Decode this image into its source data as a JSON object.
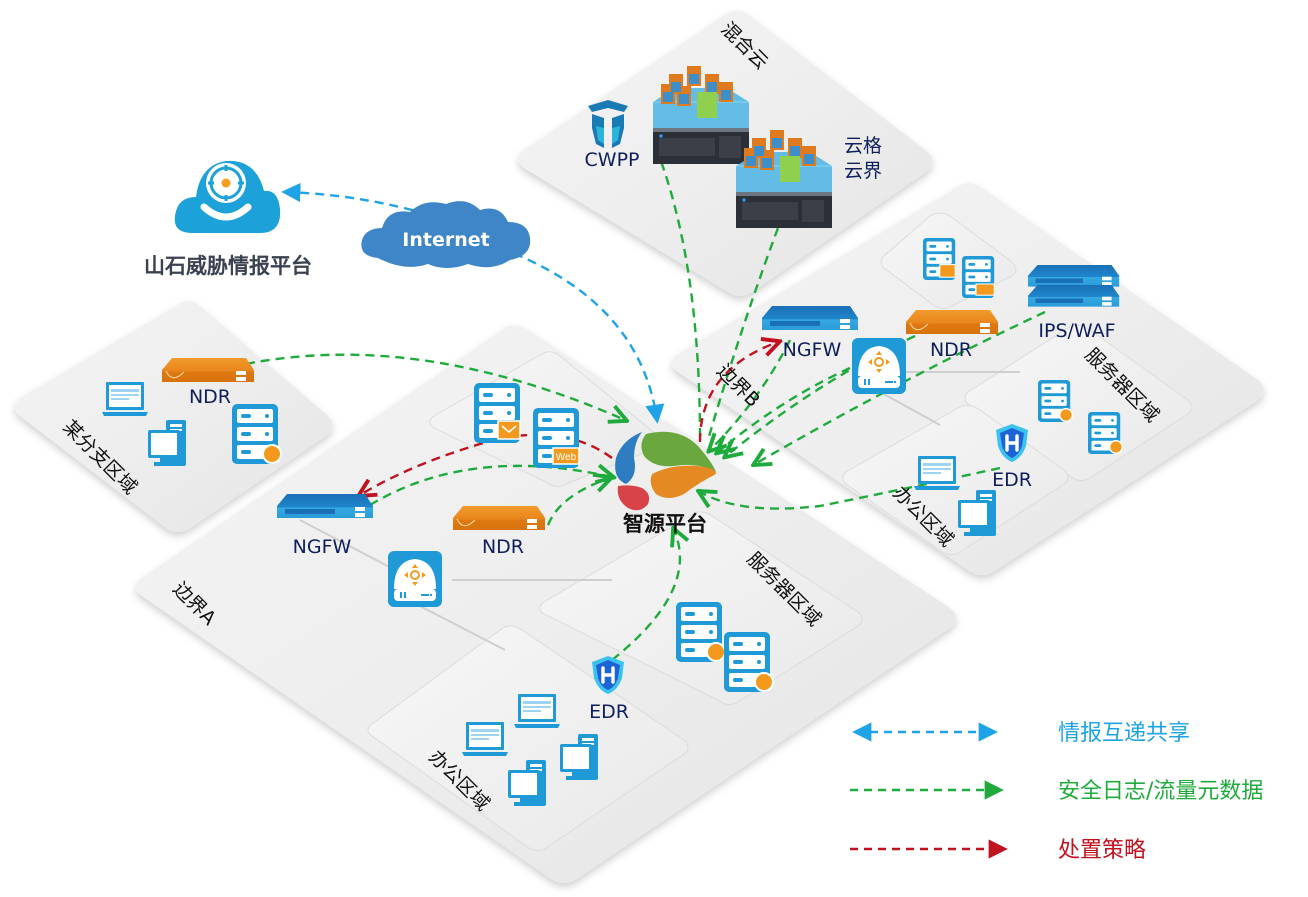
{
  "colors": {
    "intel": "#1ea3e6",
    "log": "#1fab3c",
    "policy": "#c1121f",
    "device_blue": "#1f85c8",
    "device_orange": "#e8861c",
    "label_navy": "#0f1f5c"
  },
  "threat_intel": {
    "label": "山石威胁情报平台",
    "icon": "cloud-target-icon"
  },
  "internet": {
    "label": "Internet",
    "icon": "cloud-icon"
  },
  "center": {
    "label": "智源平台",
    "icon": "zhiyuan-logo-icon"
  },
  "hybrid_cloud": {
    "title": "混合云",
    "cwpp_label": "CWPP",
    "cloud_boundary_label_line1": "云格",
    "cloud_boundary_label_line2": "云界"
  },
  "branch": {
    "title": "某分支区域",
    "ndr_label": "NDR"
  },
  "border_a": {
    "title": "边界A",
    "ngfw_label": "NGFW",
    "ndr_label": "NDR",
    "server_zone_label": "服务器区域",
    "office_zone_label": "办公区域",
    "edr_label": "EDR"
  },
  "border_b": {
    "title": "边界B",
    "ngfw_label": "NGFW",
    "ndr_label": "NDR",
    "ipswaf_label": "IPS/WAF",
    "server_zone_label": "服务器区域",
    "office_zone_label": "办公区域",
    "edr_label": "EDR"
  },
  "legend": [
    {
      "label": "情报互递共享",
      "type": "bidirectional",
      "color_key": "intel"
    },
    {
      "label": "安全日志/流量元数据",
      "type": "arrow",
      "color_key": "log"
    },
    {
      "label": "处置策略",
      "type": "arrow",
      "color_key": "policy"
    }
  ]
}
